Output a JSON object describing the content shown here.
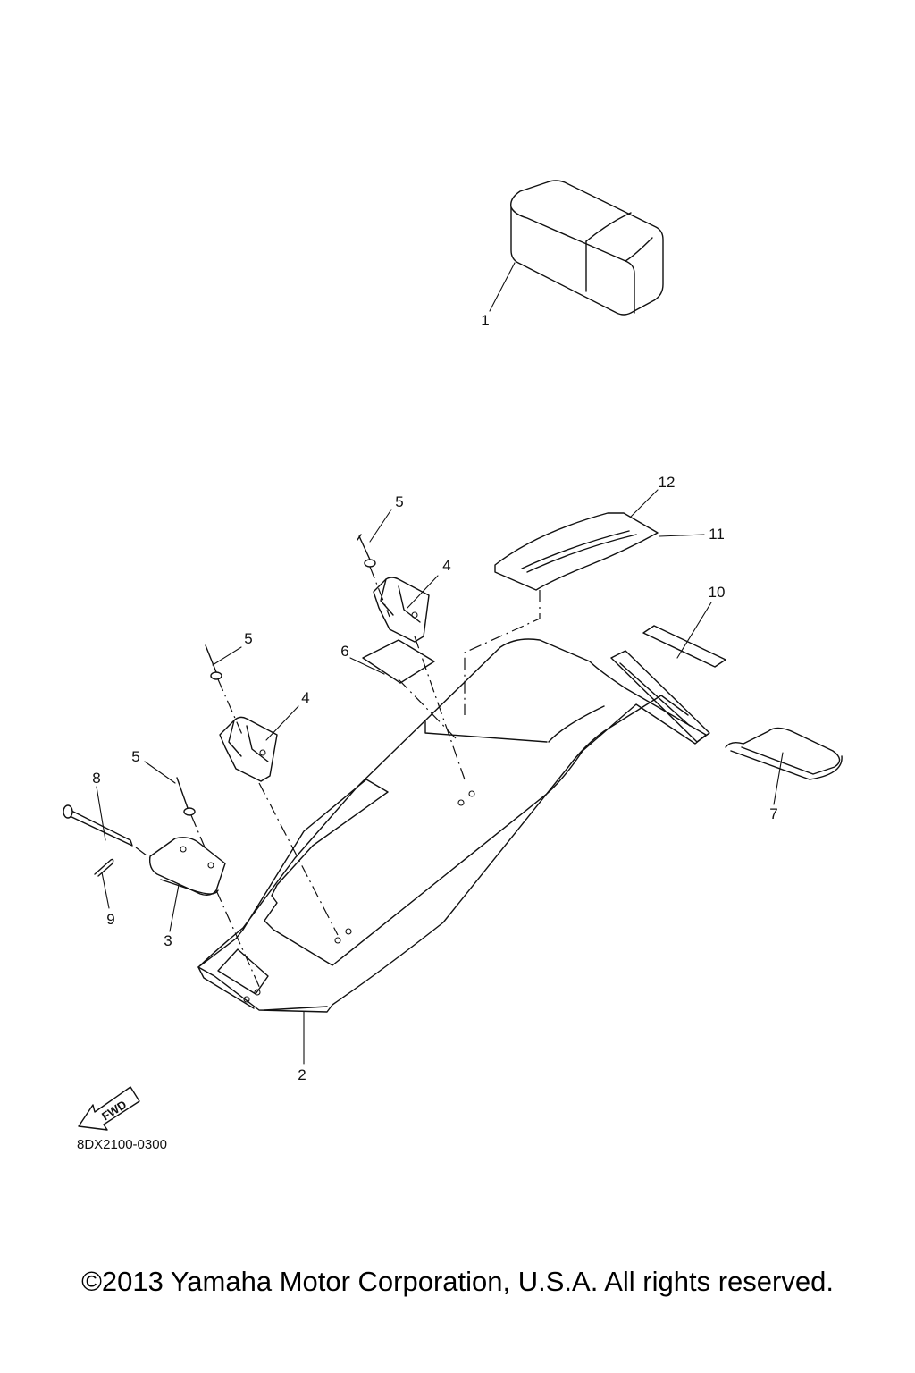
{
  "diagram": {
    "part_labels": [
      "1",
      "2",
      "3",
      "4",
      "4",
      "5",
      "5",
      "5",
      "6",
      "7",
      "8",
      "9",
      "10",
      "11",
      "12"
    ],
    "fwd_label": "FWD",
    "code": "8DX2100-0300"
  },
  "footer": {
    "copyright": "©2013 Yamaha Motor Corporation, U.S.A. All rights reserved."
  }
}
